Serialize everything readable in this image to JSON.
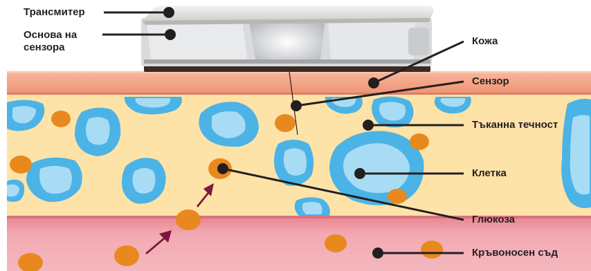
{
  "labels": {
    "transmitter": "Трансмитер",
    "sensor_base": "Основа на сензора",
    "skin": "Кожа",
    "sensor": "Сензор",
    "interstitial_fluid": "Тъканна течност",
    "cell": "Клетка",
    "glucose": "Глюкоза",
    "blood_vessel": "Кръвоносен съд"
  },
  "colors": {
    "skin": "#f3a386",
    "skin_edge": "#a35a44",
    "fluid": "#fde3a7",
    "vessel": "#f1a1a9",
    "vessel_dark": "#e0727f",
    "cell_outer": "#4cb3e6",
    "cell_inner": "#a8dcf5",
    "glucose": "#e8891f",
    "arrow": "#7b1842",
    "leader": "#231f20",
    "device_light": "#dfe1e3",
    "device_base": "#3d2a22"
  }
}
